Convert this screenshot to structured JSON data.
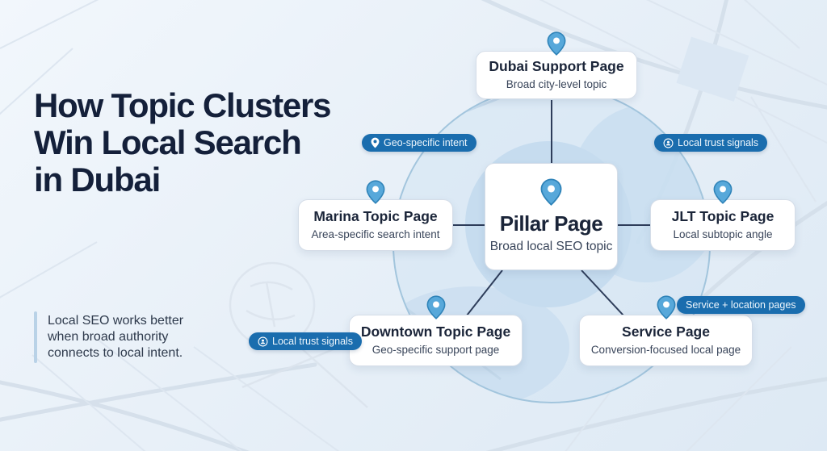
{
  "title": {
    "lines": [
      "How Topic Clusters",
      "Win Local Search",
      "in Dubai"
    ]
  },
  "quote": {
    "text": "Local SEO works better when broad authority connects to local intent."
  },
  "nodes": {
    "pillar": {
      "title": "Pillar Page",
      "subtitle": "Broad local SEO topic"
    },
    "dubai_support": {
      "title": "Dubai Support Page",
      "subtitle": "Broad city-level topic"
    },
    "marina": {
      "title": "Marina Topic Page",
      "subtitle": "Area-specific search intent"
    },
    "jlt": {
      "title": "JLT Topic Page",
      "subtitle": "Local subtopic angle"
    },
    "downtown": {
      "title": "Downtown Topic Page",
      "subtitle": "Geo-specific support page"
    },
    "service": {
      "title": "Service Page",
      "subtitle": "Conversion-focused local page"
    }
  },
  "badges": {
    "geo_intent": {
      "label": "Geo-specific intent",
      "icon": "map-pin-icon"
    },
    "trust_top": {
      "label": "Local trust signals",
      "icon": "person-circle-icon"
    },
    "trust_bottom": {
      "label": "Local trust signals",
      "icon": "person-circle-icon"
    },
    "service_location": {
      "label": "Service + location pages",
      "icon": ""
    }
  },
  "colors": {
    "badge_bg": "#1a6dae",
    "pin_fill": "#57a8da",
    "pin_stroke": "#2f83b8",
    "connector_line": "#2e3d5a",
    "title_text": "#14203a",
    "circle_stroke": "#a2c5dd",
    "inner_circle_fill": "#c6dcef"
  }
}
